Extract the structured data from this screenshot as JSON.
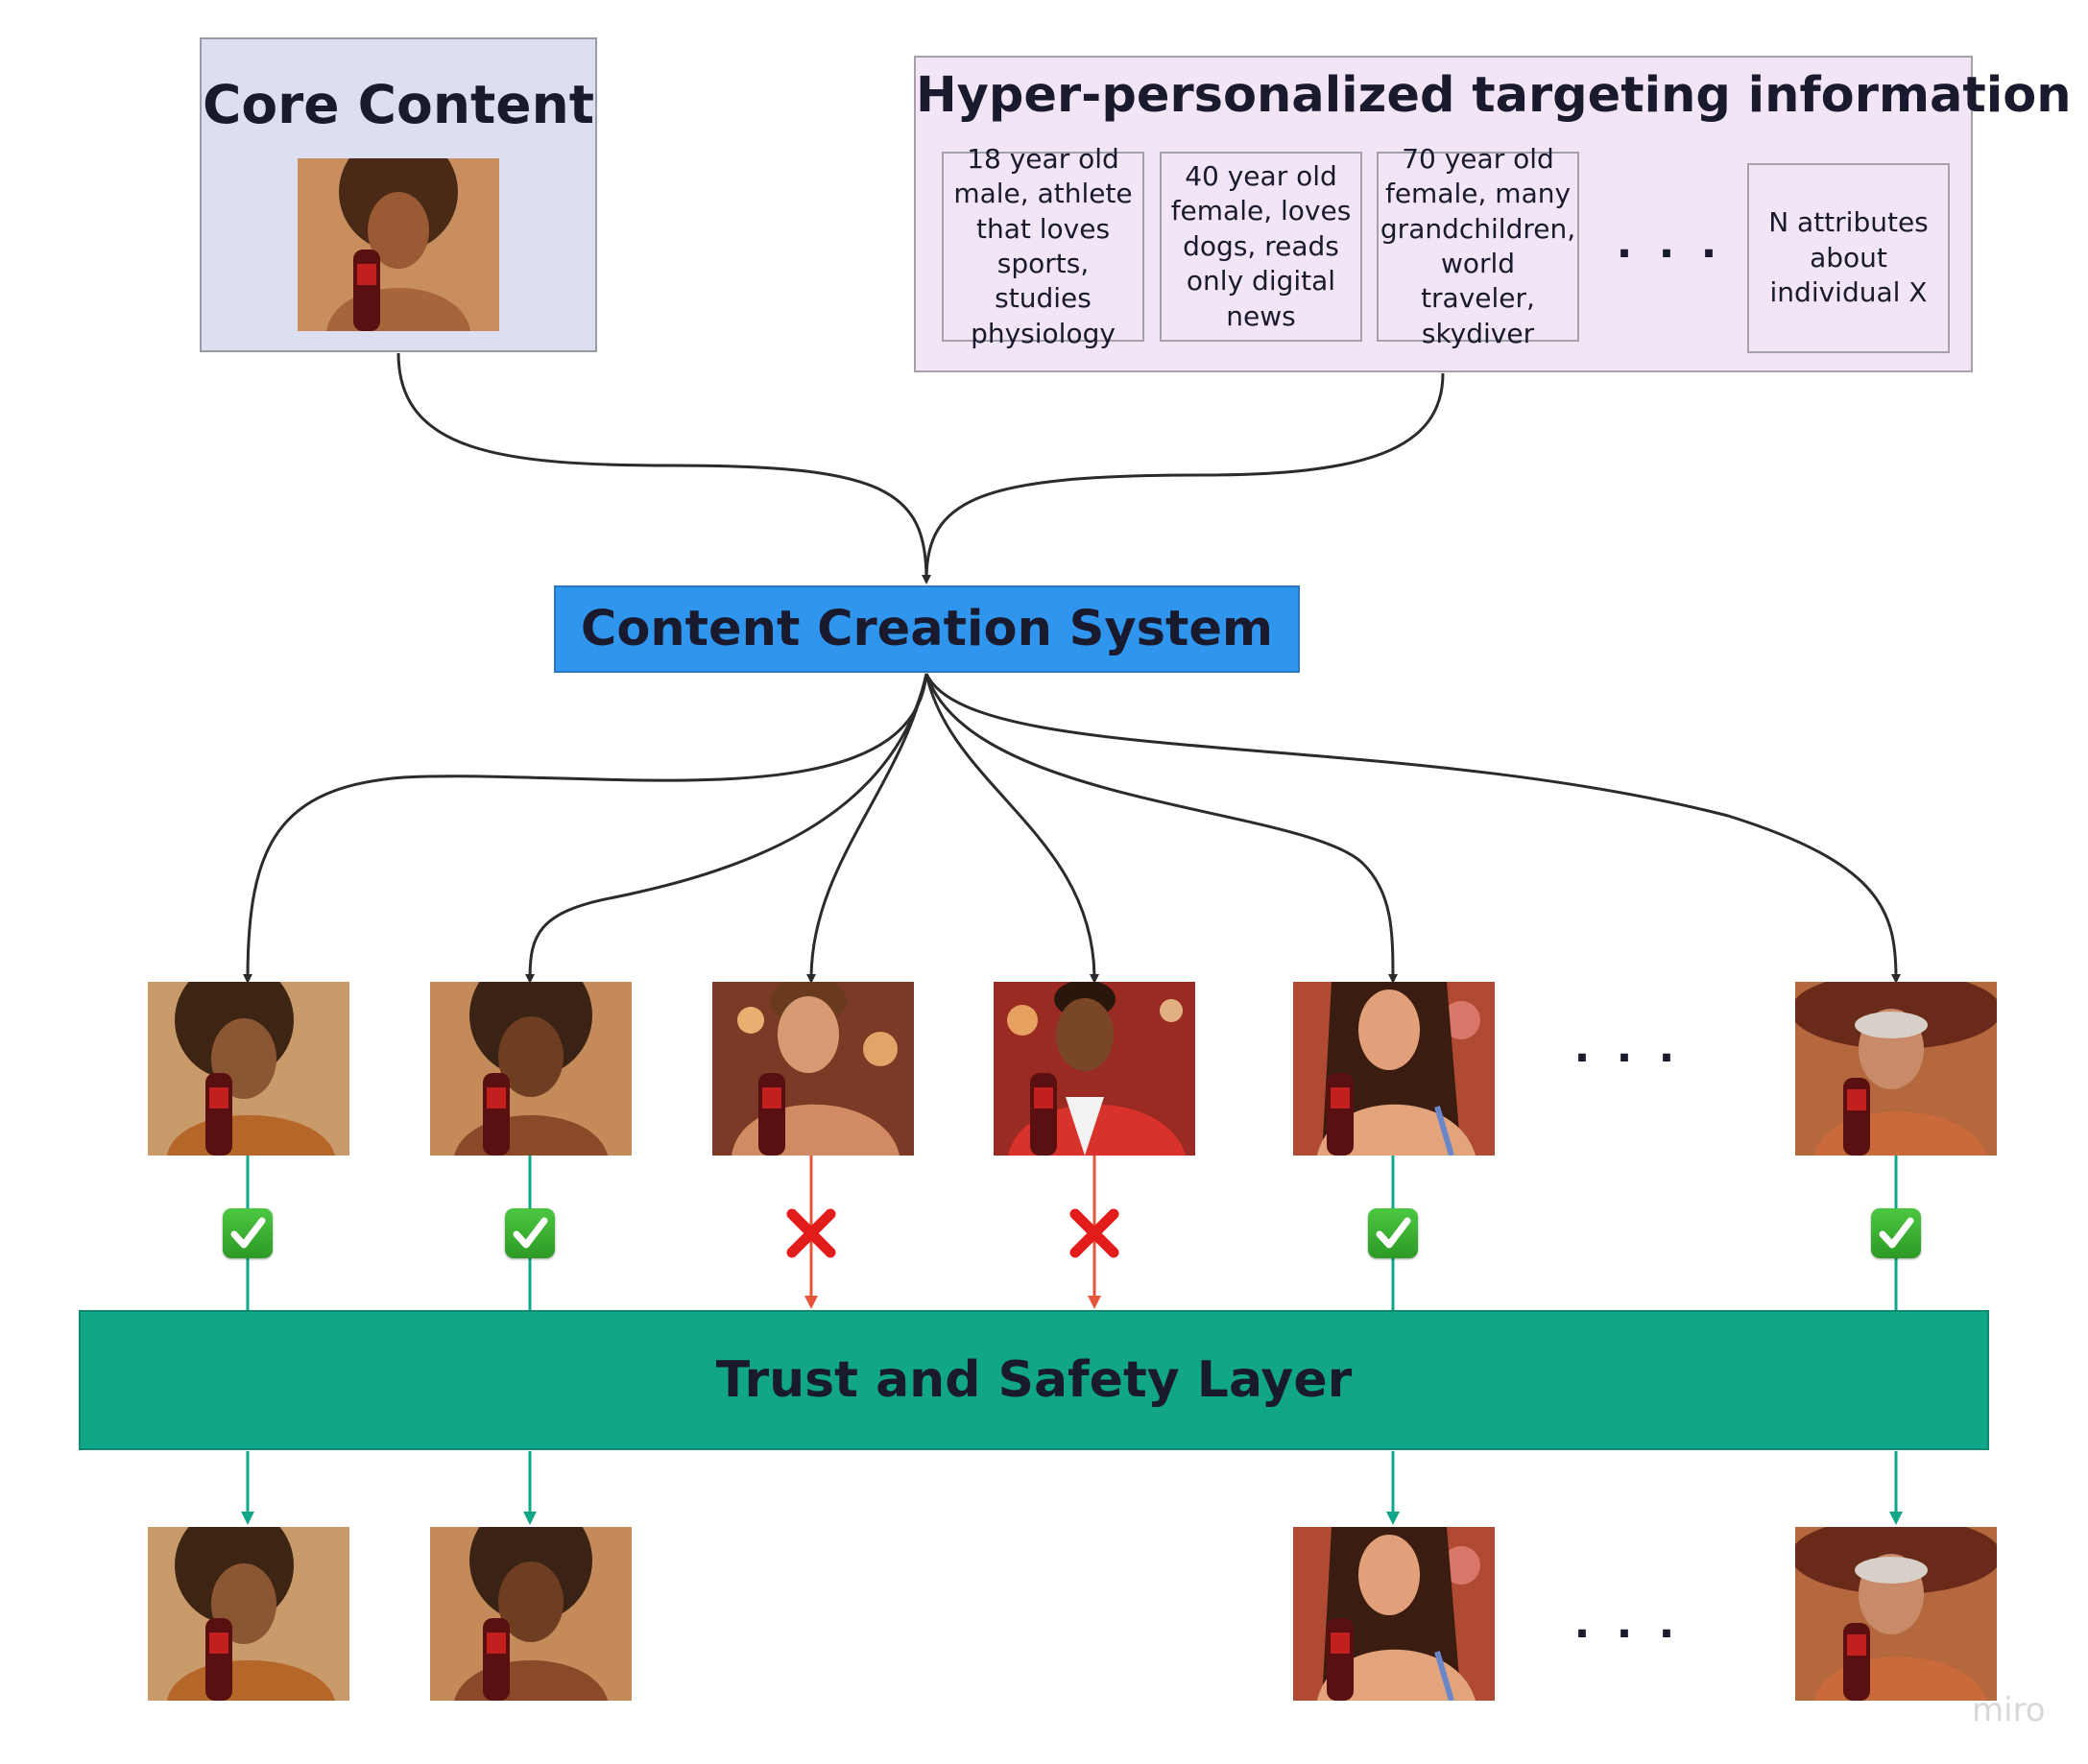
{
  "core": {
    "title": "Core Content"
  },
  "targeting": {
    "title": "Hyper-personalized targeting information",
    "attributes": [
      "18 year old male, athlete that loves sports, studies physiology",
      "40 year old female, loves dogs, reads only digital news",
      "70 year old female, many grandchildren, world traveler, skydiver"
    ],
    "ellipsis": ". . .",
    "last_attribute": "N attributes about individual X"
  },
  "system": {
    "label": "Content Creation System"
  },
  "trust": {
    "label": "Trust and Safety Layer"
  },
  "ellipsis_row": ". . .",
  "watermark": "miro",
  "variants": [
    {
      "status": "approved"
    },
    {
      "status": "approved"
    },
    {
      "status": "rejected"
    },
    {
      "status": "rejected"
    },
    {
      "status": "approved"
    },
    {
      "status": "approved"
    }
  ],
  "colors": {
    "core_bg": "#dcdff0",
    "targeting_bg": "#f2e5f6",
    "system_bg": "#2f95ed",
    "trust_bg": "#10a687",
    "approved_line": "#10a687",
    "rejected_line": "#e5553a",
    "reject_mark": "#e21b1b"
  },
  "icons": [
    "check-icon",
    "cross-icon",
    "arrow-icon"
  ]
}
